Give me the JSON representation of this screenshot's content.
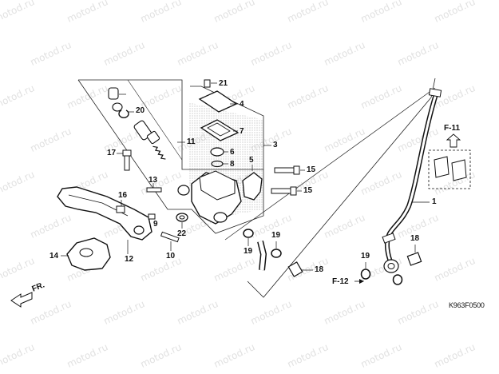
{
  "watermark": "motod.ru",
  "callouts": {
    "c1": "1",
    "c3": "3",
    "c4": "4",
    "c5": "5",
    "c6": "6",
    "c7": "7",
    "c8": "8",
    "c9": "9",
    "c10": "10",
    "c11": "11",
    "c12": "12",
    "c13": "13",
    "c14": "14",
    "c15a": "15",
    "c15b": "15",
    "c16": "16",
    "c17": "17",
    "c18a": "18",
    "c18b": "18",
    "c19a": "19",
    "c19b": "19",
    "c19c": "19",
    "c20": "20",
    "c21": "21",
    "c22": "22"
  },
  "refs": {
    "f11": "F-11",
    "f12": "F-12"
  },
  "direction_label": "FR.",
  "diagram_code": "K963F0500"
}
